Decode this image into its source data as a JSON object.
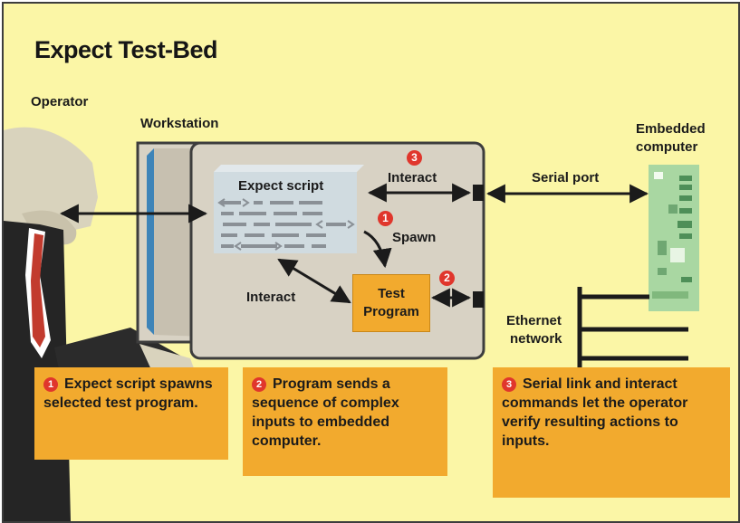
{
  "title": "Expect Test-Bed",
  "labels": {
    "operator": "Operator",
    "workstation": "Workstation",
    "embedded_computer_line1": "Embedded",
    "embedded_computer_line2": "computer",
    "expect_script": "Expect script",
    "interact_top": "Interact",
    "interact_left": "Interact",
    "spawn": "Spawn",
    "serial_port": "Serial port",
    "ethernet_line1": "Ethernet",
    "ethernet_line2": "network",
    "test_program_line1": "Test",
    "test_program_line2": "Program"
  },
  "markers": {
    "one": "1",
    "two": "2",
    "three": "3"
  },
  "callouts": [
    {
      "number": "1",
      "text": "Expect script spawns selected test program."
    },
    {
      "number": "2",
      "text": "Program sends a sequence of complex inputs to embedded computer."
    },
    {
      "number": "3",
      "text": "Serial link and interact commands let the operator verify resulting actions to inputs."
    }
  ],
  "colors": {
    "background": "#fbf6a6",
    "orange_box": "#f2aa2e",
    "workstation_gray": "#d8d2c4",
    "marker_red": "#e0362c",
    "circuit_board_green": "#a9d7a2"
  }
}
